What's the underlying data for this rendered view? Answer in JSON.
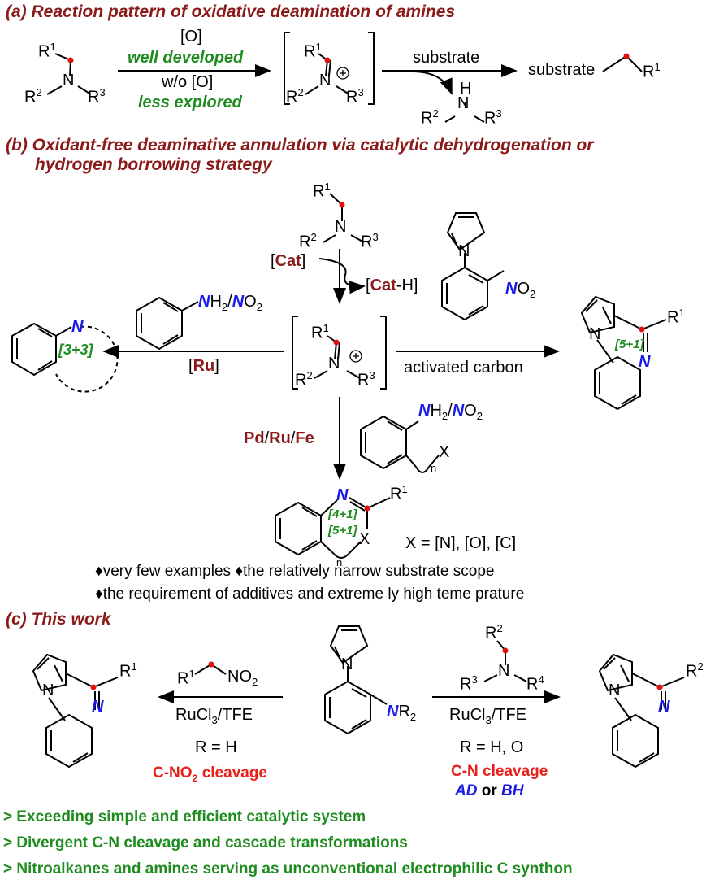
{
  "colors": {
    "header": "#8B1A1A",
    "green": "#1E8C1E",
    "blue": "#1A1AE8",
    "red": "#E8201A",
    "dot": "#E01010"
  },
  "section_a": {
    "title": "(a) Reaction pattern of oxidative deamination of amines",
    "cond_top": "[O]",
    "cond_well": "well developed",
    "cond_wo": "w/o [O]",
    "cond_less": "less explored",
    "substrate_label": "substrate",
    "product_label": "substrate"
  },
  "section_b": {
    "title_line1": "(b) Oxidant-free deaminative annulation via catalytic dehydrogenation or",
    "title_line2": "hydrogen borrowing strategy",
    "cat": "Cat",
    "cat_h": "Cat",
    "ru": "Ru",
    "ring_33": "[3+3]",
    "activated_carbon": "activated carbon",
    "ring_51_top": "[5+1]",
    "pd": "Pd",
    "ru2": "Ru",
    "fe": "Fe",
    "ring_41": "[4+1]",
    "ring_51": "[5+1]",
    "x_def": "X = [N],  [O],  [C]",
    "bullet1": "very few examples",
    "bullet2": "the relatively narrow substrate scope",
    "bullet3": "the requirement of additives and extreme ly high teme prature"
  },
  "section_c": {
    "title": "(c) This work",
    "left_cond": "RuCl3/TFE",
    "left_r": "R = H",
    "left_cleavage": "C-NO2 cleavage",
    "right_cond": "RuCl3/TFE",
    "right_r": "R = H, O",
    "right_cleavage": "C-N cleavage",
    "ad": "AD",
    "or": "or",
    "bh": "BH"
  },
  "conclusions": [
    "> Exceeding simple and efficient catalytic system",
    "> Divergent C-N cleavage and cascade transformations",
    "> Nitroalkanes and amines serving as unconventional electrophilic C synthon"
  ]
}
